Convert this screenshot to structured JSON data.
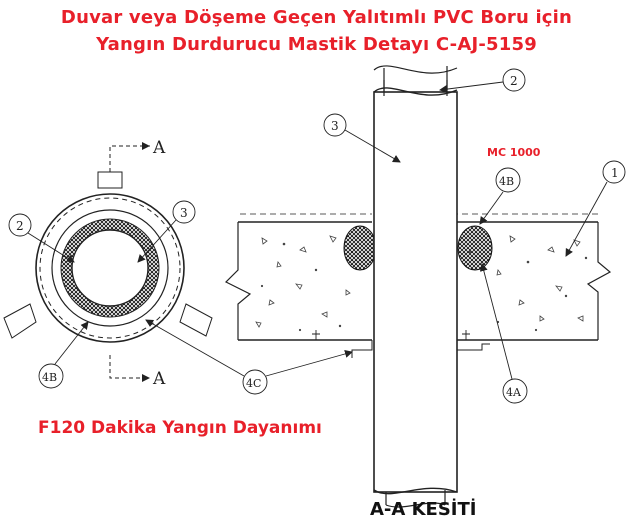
{
  "header": {
    "title_line1": "Duvar veya Döşeme Geçen Yalıtımlı PVC Boru için",
    "title_line2": "Yangın Durdurucu Mastik Detayı C-AJ-5159"
  },
  "labels": {
    "fire_rating": "F120 Dakika Yangın Dayanımı",
    "product": "MC 1000",
    "section": "A-A KESİTİ",
    "section_marker": "A"
  },
  "callouts": {
    "plan_2": "2",
    "plan_3": "3",
    "plan_4b": "4B",
    "sec_2": "2",
    "sec_3": "3",
    "sec_4b": "4B",
    "sec_1": "1",
    "sec_4a": "4A",
    "sec_4c": "4C"
  },
  "colors": {
    "accent": "#e8202a",
    "line": "#222222"
  }
}
